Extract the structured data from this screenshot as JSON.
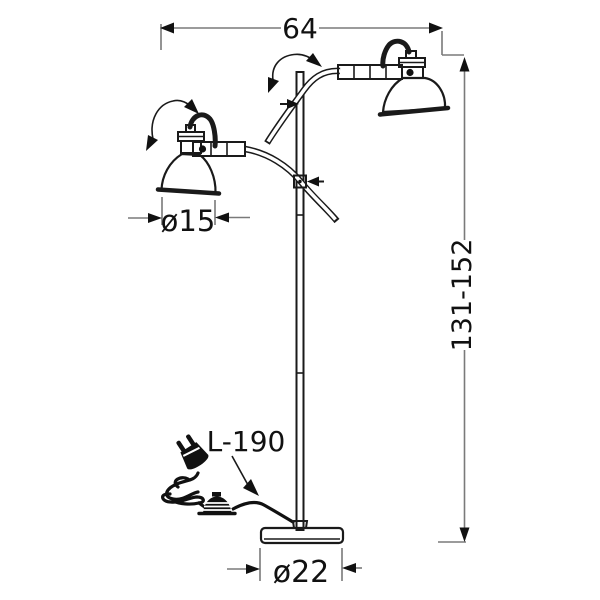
{
  "drawing": {
    "type": "floor-lamp-dimension-diagram",
    "colors": {
      "background": "#ffffff",
      "line": "#1a1a1a",
      "dim_line": "#7a7a7a",
      "text": "#111111"
    },
    "dimensions": {
      "top_width": "64",
      "shade_diameter": "ø15",
      "height_range": "131-152",
      "cable_length": "L-190",
      "base_diameter": "ø22"
    }
  }
}
